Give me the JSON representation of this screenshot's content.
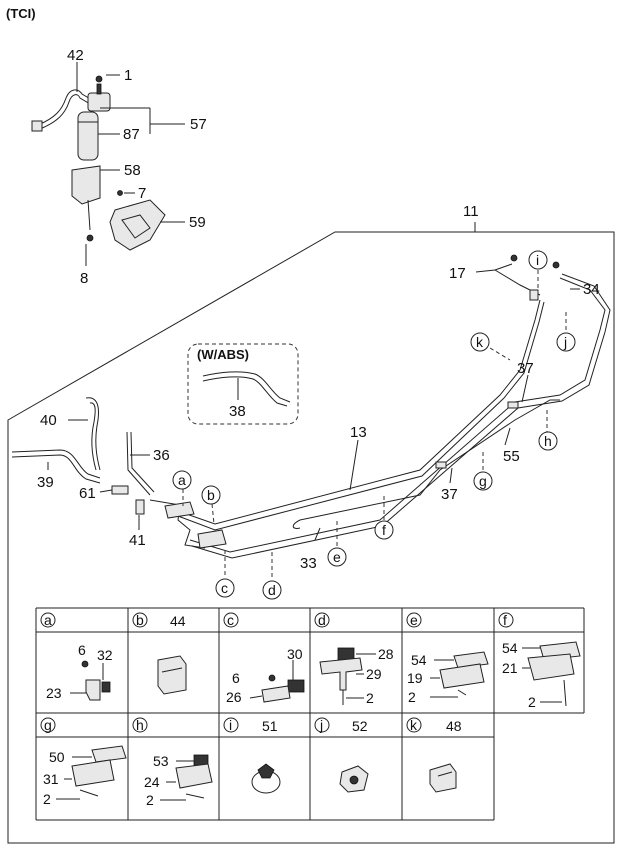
{
  "header": {
    "title": "(TCI)"
  },
  "main_labels": {
    "l42": "42",
    "l1": "1",
    "l57": "57",
    "l87": "87",
    "l58": "58",
    "l7": "7",
    "l59": "59",
    "l8": "8",
    "l11": "11",
    "l17": "17",
    "l34": "34",
    "l37a": "37",
    "l37b": "37",
    "l13": "13",
    "l55": "55",
    "l40": "40",
    "l36": "36",
    "l39": "39",
    "l61": "61",
    "l41": "41",
    "l33": "33",
    "l38": "38"
  },
  "abs_box": {
    "label": "(W/ABS)"
  },
  "callouts": [
    "a",
    "b",
    "c",
    "d",
    "e",
    "f",
    "g",
    "h",
    "i",
    "j",
    "k"
  ],
  "detail_table": {
    "row1": [
      {
        "letter": "a",
        "part": "",
        "items": [
          "6",
          "32",
          "23"
        ]
      },
      {
        "letter": "b",
        "part": "44",
        "items": []
      },
      {
        "letter": "c",
        "part": "",
        "items": [
          "30",
          "6",
          "26"
        ]
      },
      {
        "letter": "d",
        "part": "",
        "items": [
          "28",
          "29",
          "2"
        ]
      },
      {
        "letter": "e",
        "part": "",
        "items": [
          "54",
          "19",
          "2"
        ]
      },
      {
        "letter": "f",
        "part": "",
        "items": [
          "54",
          "21",
          "2"
        ]
      }
    ],
    "row2": [
      {
        "letter": "g",
        "part": "",
        "items": [
          "50",
          "31",
          "2"
        ]
      },
      {
        "letter": "h",
        "part": "",
        "items": [
          "53",
          "24",
          "2"
        ]
      },
      {
        "letter": "i",
        "part": "51",
        "items": []
      },
      {
        "letter": "j",
        "part": "52",
        "items": []
      },
      {
        "letter": "k",
        "part": "48",
        "items": []
      }
    ]
  }
}
